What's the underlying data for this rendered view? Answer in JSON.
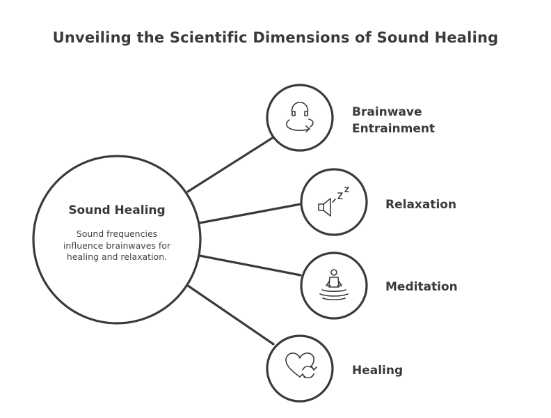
{
  "title": "Unveiling the Scientific Dimensions of Sound Healing",
  "hub": {
    "title": "Sound Healing",
    "description": "Sound frequencies influence brainwaves for healing and relaxation."
  },
  "branches": [
    {
      "label_line1": "Brainwave",
      "label_line2": "Entrainment",
      "icon": "head-cycle-icon"
    },
    {
      "label": "Relaxation",
      "icon": "sleep-speaker-icon"
    },
    {
      "label": "Meditation",
      "icon": "meditation-icon"
    },
    {
      "label": "Healing",
      "icon": "heart-refresh-icon"
    }
  ],
  "colors": {
    "stroke": "#3a3a3a",
    "background": "#ffffff"
  }
}
